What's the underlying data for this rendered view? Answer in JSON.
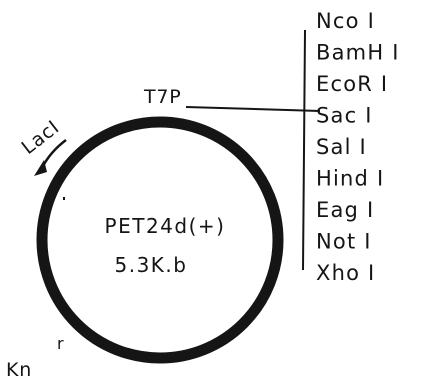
{
  "plasmid": {
    "name": "PET24d(+)",
    "size": "5.3K.b",
    "promoter": "T7P",
    "lac_gene": "LacI",
    "resistance": "Kn",
    "resistance_superscript": "r"
  },
  "mcs_sites": [
    "Nco I",
    "BamH I",
    "EcoR I",
    "Sac I",
    "Sal I",
    "Hind I",
    "Eag I",
    "Not I",
    "Xho I"
  ],
  "colors": {
    "ink": "#151515",
    "background": "#ffffff"
  }
}
